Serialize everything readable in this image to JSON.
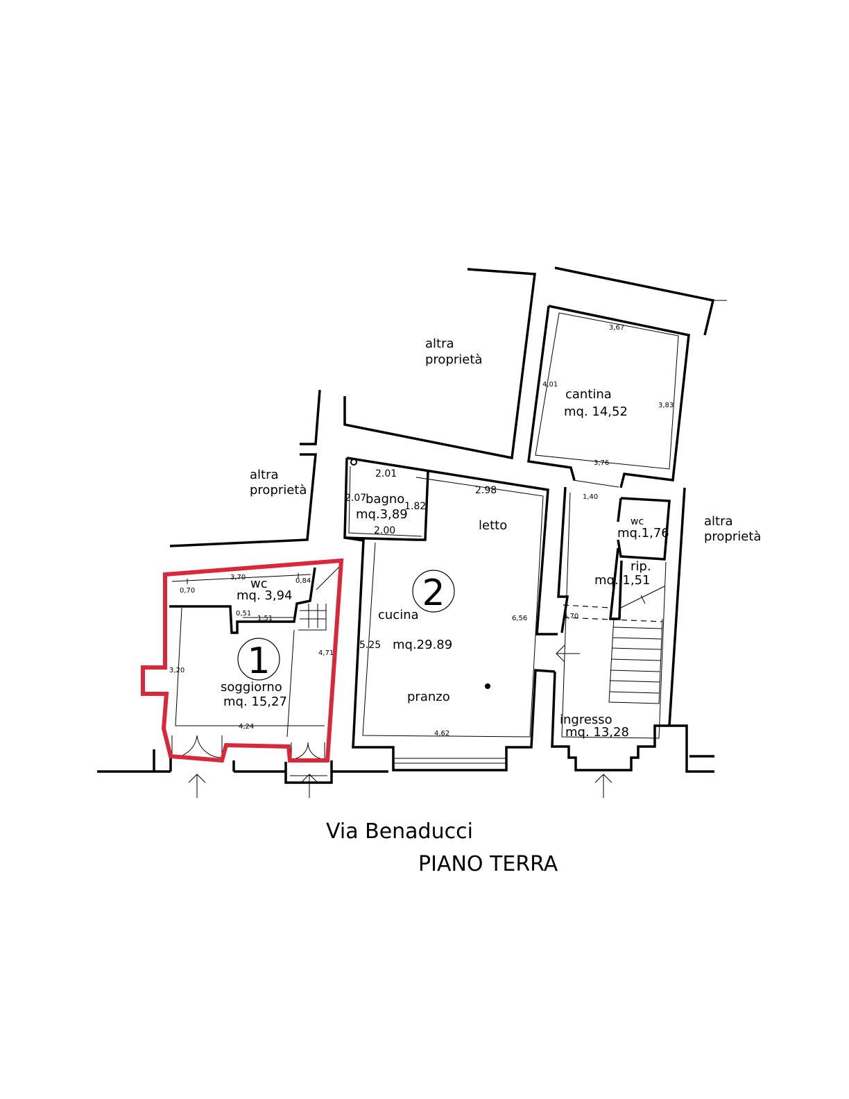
{
  "colors": {
    "ink": "#000000",
    "highlight": "#d9283a"
  },
  "neighbours": [
    {
      "line1": "altra",
      "line2": "proprietà"
    },
    {
      "line1": "altra",
      "line2": "proprietà"
    },
    {
      "line1": "altra",
      "line2": "proprietà"
    }
  ],
  "rooms": {
    "cantina": {
      "name": "cantina",
      "area": "mq. 14,52"
    },
    "bagno": {
      "name": "bagno",
      "area": "mq.3,89"
    },
    "letto": {
      "name": "letto"
    },
    "wc_right": {
      "name": "wc",
      "area": "mq.1,76"
    },
    "rip": {
      "name": "rip.",
      "area": "mq. 1,51"
    },
    "cucina": {
      "name": "cucina",
      "area": "mq.29.89"
    },
    "pranzo": {
      "name": "pranzo"
    },
    "wc_left": {
      "name": "wc",
      "area": "mq. 3,94"
    },
    "soggiorno": {
      "name": "soggiorno",
      "area": "mq. 15,27"
    },
    "ingresso": {
      "name": "ingresso",
      "area": "mq. 13,28"
    }
  },
  "units": {
    "unit1": "1",
    "unit2": "2"
  },
  "dimensions": {
    "cantina_top": "3,67",
    "cantina_left": "4,01",
    "cantina_right": "3,83",
    "cantina_bottom": "3,76",
    "corridor": "1,40",
    "bagno_top": "2.01",
    "bagno_left": "2.07",
    "bagno_right": "1.82",
    "bagno_bottom": "2.00",
    "letto_top": "2.98",
    "main_right": "6,56",
    "main_left": "5.25",
    "main_bottom": "4,62",
    "ingresso_height": "6,70",
    "wc_top": "3,70",
    "wc_left": "0,70",
    "wc_right": "0,84",
    "wc_small": "0,51",
    "wc_bottom": "1,51",
    "sogg_left": "3,20",
    "sogg_right": "4,71",
    "sogg_bottom": "4,24"
  },
  "captions": {
    "street": "Via Benaducci",
    "floor": "PIANO TERRA"
  }
}
